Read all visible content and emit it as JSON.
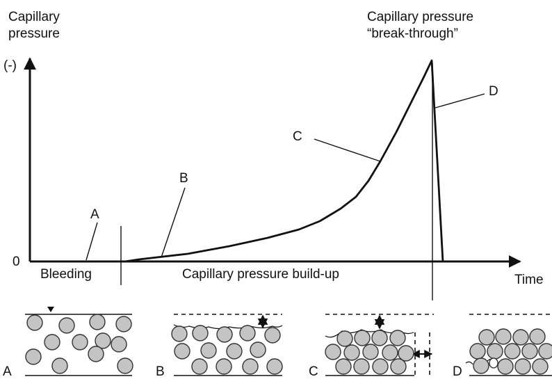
{
  "y_axis": {
    "label_line1": "Capillary",
    "label_line2": "pressure",
    "unit": "(-)",
    "zero": "0"
  },
  "x_axis": {
    "label": "Time"
  },
  "peak": {
    "line1": "Capillary pressure",
    "line2": "“break-through”"
  },
  "phases": {
    "bleeding": "Bleeding",
    "buildup": "Capillary pressure build-up"
  },
  "curve_points": {
    "A": "A",
    "B": "B",
    "C": "C",
    "D": "D"
  },
  "panels": [
    {
      "label": "A",
      "meniscus": "flat surface, water above particles"
    },
    {
      "label": "B",
      "meniscus": "curved menisci forming"
    },
    {
      "label": "C",
      "meniscus": "menisci between particles, shrinkage"
    },
    {
      "label": "D",
      "meniscus": "air entry / break-through"
    }
  ]
}
